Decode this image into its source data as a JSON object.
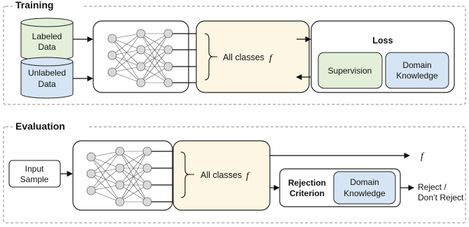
{
  "sections": {
    "training": "Training",
    "evaluation": "Evaluation"
  },
  "training": {
    "labeled_line1": "Labeled",
    "labeled_line2": "Data",
    "unlabeled_line1": "Unlabeled",
    "unlabeled_line2": "Data",
    "all_classes": "All classes",
    "f_symbol": "f",
    "loss": "Loss",
    "supervision": "Supervision",
    "domain_line1": "Domain",
    "domain_line2": "Knowledge"
  },
  "evaluation": {
    "input_line1": "Input",
    "input_line2": "Sample",
    "all_classes": "All classes",
    "f_symbol": "f",
    "f_output": "f",
    "rejection_line1": "Rejection",
    "rejection_line2": "Criterion",
    "domain_line1": "Domain",
    "domain_line2": "Knowledge",
    "output_line1": "Reject /",
    "output_line2": "Don’t Reject"
  },
  "colors": {
    "green_fill": "#e3efd8",
    "blue_fill": "#d6e5f5",
    "yellow_fill": "#fdf6e2",
    "node_fill": "#d9d9d9",
    "dashed_frame": "#888888"
  }
}
